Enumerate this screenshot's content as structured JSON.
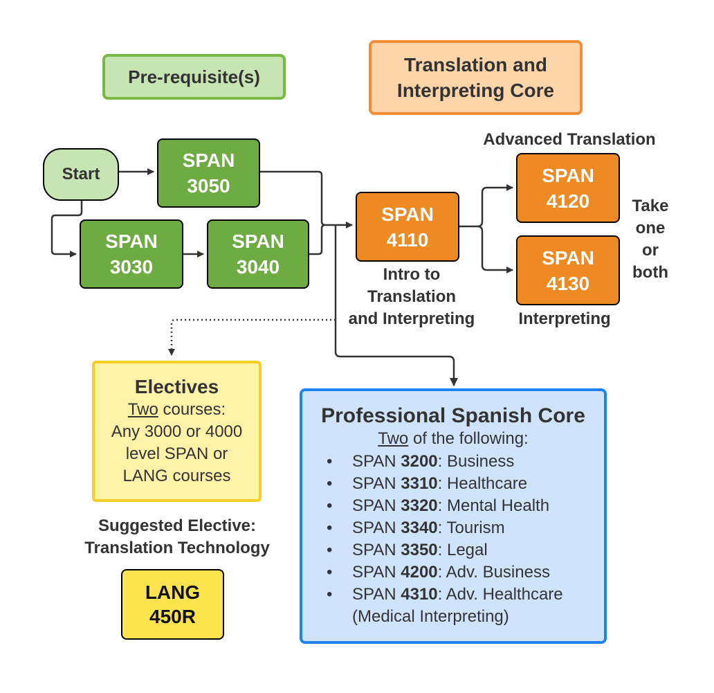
{
  "legend": {
    "prereq": "Pre-requisite(s)",
    "core_line1": "Translation and",
    "core_line2": "Interpreting Core"
  },
  "start": "Start",
  "courses": {
    "span3050": {
      "line1": "SPAN",
      "line2": "3050"
    },
    "span3030": {
      "line1": "SPAN",
      "line2": "3030"
    },
    "span3040": {
      "line1": "SPAN",
      "line2": "3040"
    },
    "span4110": {
      "line1": "SPAN",
      "line2": "4110"
    },
    "span4120": {
      "line1": "SPAN",
      "line2": "4120"
    },
    "span4130": {
      "line1": "SPAN",
      "line2": "4130"
    }
  },
  "labels": {
    "advanced_translation": "Advanced Translation",
    "take_one_or_both": [
      "Take",
      "one",
      "or",
      "both"
    ],
    "intro": [
      "Intro to",
      "Translation",
      "and Interpreting"
    ],
    "interpreting": "Interpreting",
    "suggested_line1": "Suggested Elective:",
    "suggested_line2": "Translation Technology"
  },
  "electives": {
    "title": "Electives",
    "two": "Two",
    "courses_word": " courses:",
    "line2": "Any 3000 or 4000",
    "line3": "level SPAN or",
    "line4": "LANG courses"
  },
  "lang": {
    "line1": "LANG",
    "line2": "450R"
  },
  "core": {
    "title": "Professional Spanish Core",
    "two": "Two",
    "sub_rest": " of the following:",
    "bullet": "•",
    "items": [
      {
        "prefix": "SPAN ",
        "num": "3200",
        "rest": ": Business"
      },
      {
        "prefix": "SPAN ",
        "num": "3310",
        "rest": ": Healthcare"
      },
      {
        "prefix": "SPAN ",
        "num": "3320",
        "rest": ": Mental Health"
      },
      {
        "prefix": "SPAN ",
        "num": "3340",
        "rest": ": Tourism"
      },
      {
        "prefix": "SPAN ",
        "num": "3350",
        "rest": ": Legal"
      },
      {
        "prefix": "SPAN ",
        "num": "4200",
        "rest": ": Adv. Business"
      },
      {
        "prefix": "SPAN ",
        "num": "4310",
        "rest": ": Adv. Healthcare"
      }
    ],
    "continuation": "(Medical Interpreting)"
  },
  "colors": {
    "green": "#6eab43",
    "orange": "#ee8a23",
    "yellow": "#fde34d",
    "blue_border": "#1f82f0",
    "blue_fill": "#cfe3fd"
  }
}
